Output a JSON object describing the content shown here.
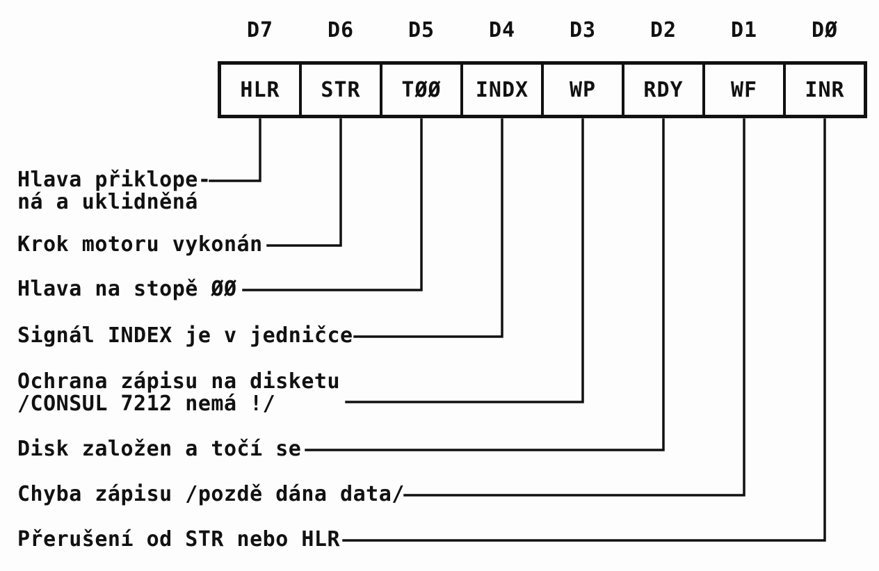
{
  "register": {
    "d_labels": [
      "D7",
      "D6",
      "D5",
      "D4",
      "D3",
      "D2",
      "D1",
      "DØ"
    ],
    "bit_labels": [
      "HLR",
      "STR",
      "TØØ",
      "INDX",
      "WP",
      "RDY",
      "WF",
      "INR"
    ],
    "descriptions": [
      [
        "Hlava přiklope-",
        "ná a uklidněná"
      ],
      [
        "Krok motoru vykonán"
      ],
      [
        "Hlava na stopě ØØ"
      ],
      [
        "Signál INDEX je v jedničce"
      ],
      [
        "Ochrana zápisu na disketu",
        "/CONSUL 7212 nemá !/"
      ],
      [
        "Disk založen a točí se"
      ],
      [
        "Chyba zápisu /pozdě dána data/"
      ],
      [
        "Přerušení od STR nebo HLR"
      ]
    ]
  }
}
